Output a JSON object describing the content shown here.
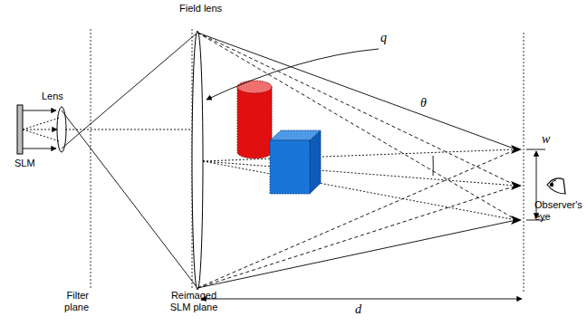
{
  "diagram": {
    "labels": [
      "Field lens",
      "Lens",
      "SLM",
      "q",
      "θ",
      "w",
      "Observer's eye",
      "Filter plane",
      "Reimaged SLM plane",
      "d"
    ]
  }
}
